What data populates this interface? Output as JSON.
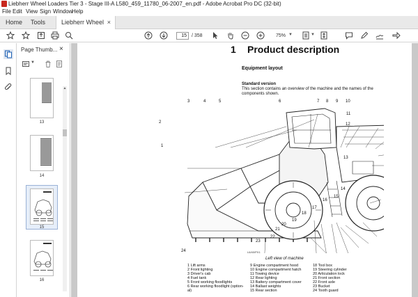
{
  "window": {
    "title": "Liebherr Wheel Loaders Tier 3 - Stage III-A L580_459_11780_06-2007_en.pdf - Adobe Acrobat Pro DC (32-bit)"
  },
  "menu": [
    "File",
    "Edit",
    "View",
    "Sign",
    "Window",
    "Help"
  ],
  "tabs": {
    "home": "Home",
    "tools": "Tools",
    "document": "Liebherr Wheel Loa...",
    "close": "×"
  },
  "toolbar": {
    "current_page": "15",
    "total_pages": "/ 358",
    "zoom": "75%"
  },
  "thumbnails_panel": {
    "title": "Page Thumb...",
    "close": "×",
    "items": [
      {
        "page": "13"
      },
      {
        "page": "14"
      },
      {
        "page": "15"
      },
      {
        "page": "16"
      }
    ],
    "selected_page": "15"
  },
  "page": {
    "chapter_number": "1",
    "chapter_title": "Product description",
    "section_title": "Equipment layout",
    "subsection_title": "Standard version",
    "intro": "This section contains an overview of the machine and the names of the components shown.",
    "figure_code": "L6/40/PX1",
    "caption": "Left view of machine",
    "callouts": [
      "1",
      "2",
      "3",
      "4",
      "5",
      "6",
      "7",
      "8",
      "9",
      "10",
      "11",
      "12",
      "13",
      "14",
      "15",
      "16",
      "17",
      "18",
      "19",
      "20",
      "21",
      "22",
      "23",
      "24"
    ],
    "legend_col1": [
      "1  Lift arms",
      "2  Front lighting",
      "3  Driver's cab",
      "4  Fuel tank",
      "5  Front working floodlights",
      "6  Rear working floodlight (option-",
      "    al)"
    ],
    "legend_col2": [
      "9  Engine compartment hood",
      "10  Engine compartment hatch",
      "11  Towing device",
      "12  Rear lighting",
      "13  Battery compartment cover",
      "14  Ballast weights",
      "15  Rear section"
    ],
    "legend_col3": [
      "18  Tool box",
      "19  Steering cylinder",
      "20  Articulation lock",
      "21  Front section",
      "22  Front axle",
      "23  Bucket",
      "24  Tooth guard"
    ]
  },
  "colors": {
    "accent": "#1a73e8",
    "acrobat_red": "#c8281e",
    "doc_background": "#c9c9c9"
  }
}
